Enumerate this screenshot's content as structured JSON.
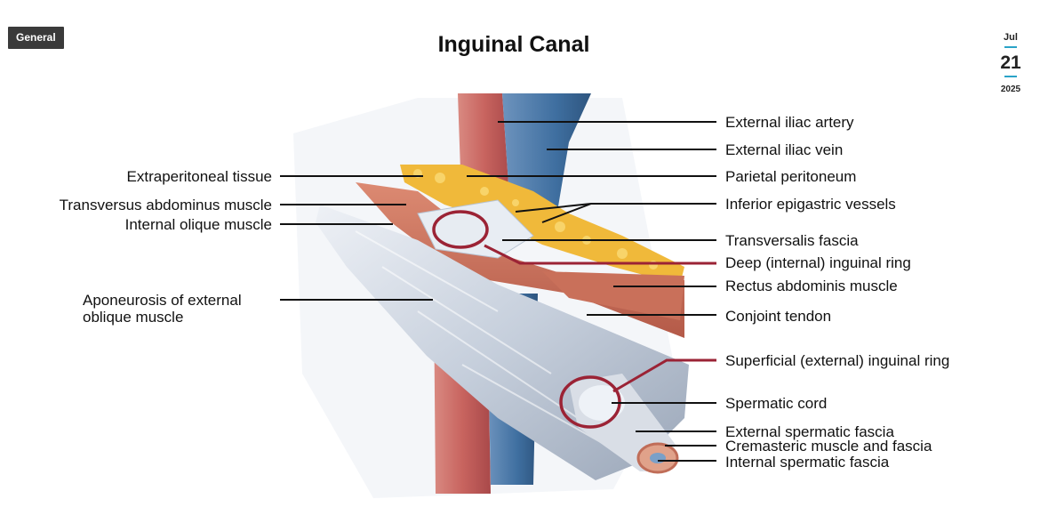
{
  "badge": "General",
  "date": {
    "month": "Jul",
    "day": "21",
    "year": "2025"
  },
  "title": "Inguinal Canal",
  "labels_left": {
    "extraperitoneal": "Extraperitoneal tissue",
    "transversus": "Transversus abdominus muscle",
    "internal_oblique": "Internal olique muscle",
    "aponeurosis_1": "Aponeurosis of external",
    "aponeurosis_2": "oblique muscle"
  },
  "labels_right": {
    "ext_iliac_artery": "External iliac artery",
    "ext_iliac_vein": "External iliac vein",
    "parietal_peritoneum": "Parietal peritoneum",
    "inferior_epigastric": "Inferior epigastric vessels",
    "transversalis": "Transversalis fascia",
    "deep_ring": "Deep (internal) inguinal ring",
    "rectus": "Rectus abdominis muscle",
    "conjoint": "Conjoint tendon",
    "superficial_ring": "Superficial (external) inguinal ring",
    "spermatic_cord": "Spermatic cord",
    "ext_spermatic_fascia": "External spermatic fascia",
    "cremasteric": "Cremasteric muscle and fascia",
    "int_spermatic_fascia": "Internal spermatic fascia"
  },
  "colors": {
    "artery": "#c8645f",
    "vein": "#3f6fa0",
    "fat": "#f0b93a",
    "muscle": "#c9705a",
    "aponeurosis": "#c6cfdc",
    "ring_highlight": "#9b2335",
    "leader": "#111111"
  }
}
